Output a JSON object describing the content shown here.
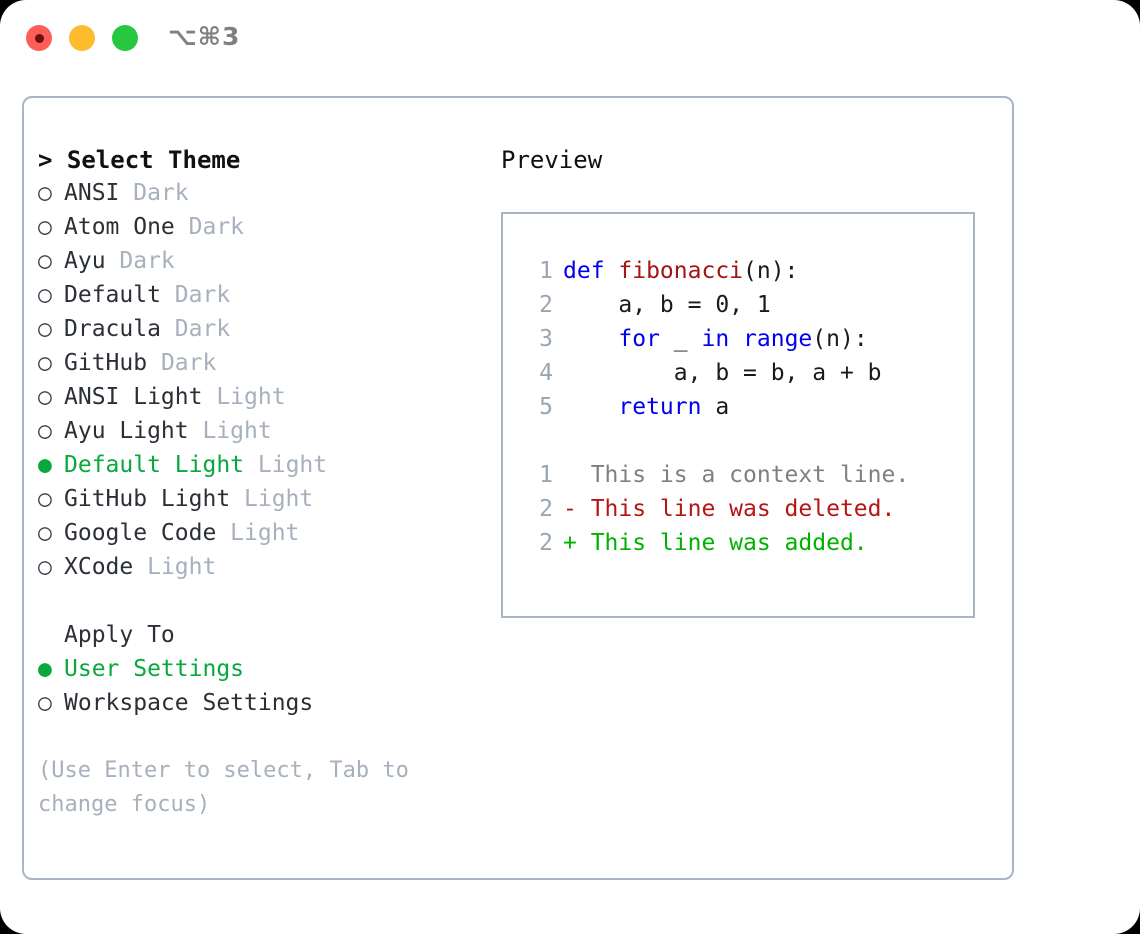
{
  "titlebar": {
    "shortcut": "⌥⌘3",
    "buttons": [
      {
        "name": "close",
        "color": "#fb5f57"
      },
      {
        "name": "minimize",
        "color": "#fdbc2e"
      },
      {
        "name": "maximize",
        "color": "#26c840"
      }
    ]
  },
  "colors": {
    "selected_green": "#08a83c",
    "muted_tag": "#a7b0bd",
    "border": "#a9b4c4",
    "keyword_blue": "#0000ee",
    "function_red": "#a31515",
    "diff_delete": "#b81414",
    "diff_add": "#00b200",
    "context_gray": "#808080",
    "gutter": "#9aa5b4"
  },
  "theme_panel": {
    "title": "> Select Theme",
    "bullet_selected": "●",
    "bullet_unselected": "○",
    "items": [
      {
        "name": "ANSI",
        "tag": "Dark",
        "selected": false
      },
      {
        "name": "Atom One",
        "tag": "Dark",
        "selected": false
      },
      {
        "name": "Ayu",
        "tag": "Dark",
        "selected": false
      },
      {
        "name": "Default",
        "tag": "Dark",
        "selected": false
      },
      {
        "name": "Dracula",
        "tag": "Dark",
        "selected": false
      },
      {
        "name": "GitHub",
        "tag": "Dark",
        "selected": false
      },
      {
        "name": "ANSI Light",
        "tag": "Light",
        "selected": false
      },
      {
        "name": "Ayu Light",
        "tag": "Light",
        "selected": false
      },
      {
        "name": "Default Light",
        "tag": "Light",
        "selected": true
      },
      {
        "name": "GitHub Light",
        "tag": "Light",
        "selected": false
      },
      {
        "name": "Google Code",
        "tag": "Light",
        "selected": false
      },
      {
        "name": "XCode",
        "tag": "Light",
        "selected": false
      }
    ]
  },
  "apply_to": {
    "title": "Apply To",
    "options": [
      {
        "label": "User Settings",
        "selected": true
      },
      {
        "label": "Workspace Settings",
        "selected": false
      }
    ]
  },
  "hint": "(Use Enter to select, Tab to change focus)",
  "preview": {
    "title": "Preview",
    "code_lines": [
      {
        "num": "1",
        "tokens": [
          {
            "t": "def ",
            "c": "kw"
          },
          {
            "t": "fibonacci",
            "c": "fn"
          },
          {
            "t": "(n):",
            "c": "plain"
          }
        ]
      },
      {
        "num": "2",
        "tokens": [
          {
            "t": "    a, b = 0, 1",
            "c": "plain"
          }
        ]
      },
      {
        "num": "3",
        "tokens": [
          {
            "t": "    ",
            "c": "plain"
          },
          {
            "t": "for",
            "c": "kw"
          },
          {
            "t": " _ ",
            "c": "plain"
          },
          {
            "t": "in",
            "c": "kw"
          },
          {
            "t": " ",
            "c": "plain"
          },
          {
            "t": "range",
            "c": "kw"
          },
          {
            "t": "(n):",
            "c": "plain"
          }
        ]
      },
      {
        "num": "4",
        "tokens": [
          {
            "t": "        a, b = b, a + b",
            "c": "plain"
          }
        ]
      },
      {
        "num": "5",
        "tokens": [
          {
            "t": "    ",
            "c": "plain"
          },
          {
            "t": "return",
            "c": "kw"
          },
          {
            "t": " a",
            "c": "plain"
          }
        ]
      }
    ],
    "diff_lines": [
      {
        "num": "1",
        "text": "  This is a context line.",
        "kind": "ctx"
      },
      {
        "num": "2",
        "text": "- This line was deleted.",
        "kind": "del"
      },
      {
        "num": "2",
        "text": "+ This line was added.",
        "kind": "add"
      }
    ]
  }
}
